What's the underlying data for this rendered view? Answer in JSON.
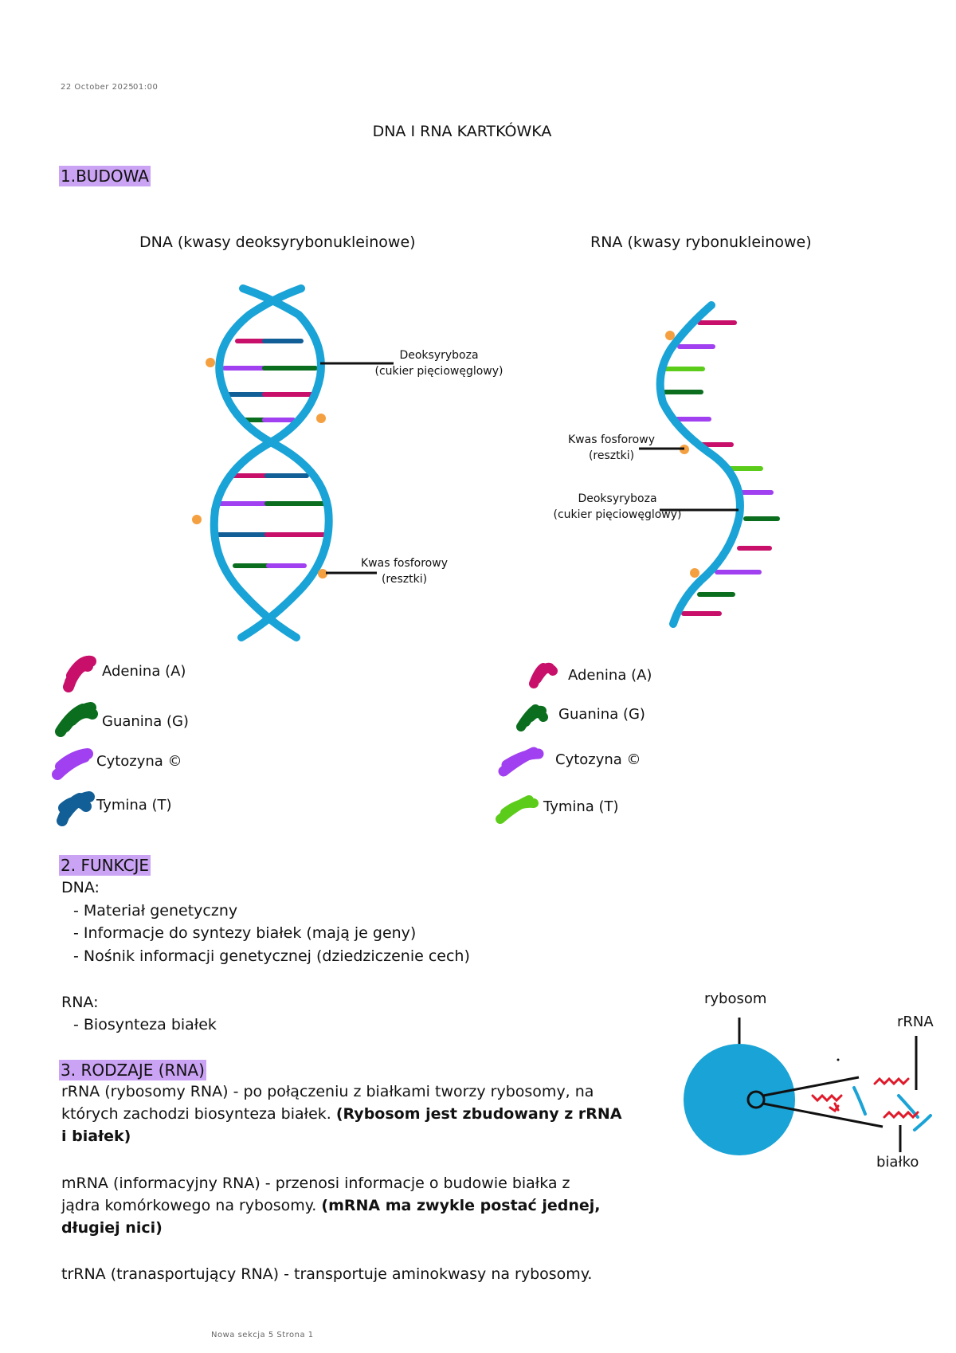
{
  "header": {
    "date": "22 October 2025",
    "time": "01:00"
  },
  "title": "DNA I RNA KARTKÓWKA",
  "section1": {
    "heading": "1.BUDOWA",
    "dna_title": "DNA (kwasy deoksyrybonukleinowe)",
    "rna_title": "RNA (kwasy rybonukleinowe)",
    "dna_labels": {
      "sugar_line1": "Deoksyryboza",
      "sugar_line2": "(cukier pięciowęglowy)",
      "phosphate_line1": "Kwas fosforowy",
      "phosphate_line2": "(resztki)"
    },
    "rna_labels": {
      "phosphate_line1": "Kwas fosforowy",
      "phosphate_line2": "(resztki)",
      "sugar_line1": "Deoksyryboza",
      "sugar_line2": "(cukier pięciowęglowy)"
    },
    "dna_legend": [
      {
        "label": "Adenina (A)",
        "color": "#c8106a"
      },
      {
        "label": "Guanina (G)",
        "color": "#0a6e1e"
      },
      {
        "label": "Cytozyna ©",
        "color": "#a040f0"
      },
      {
        "label": "Tymina (T)",
        "color": "#125e96"
      }
    ],
    "rna_legend": [
      {
        "label": "Adenina (A)",
        "color": "#c8106a"
      },
      {
        "label": "Guanina (G)",
        "color": "#0a6e1e"
      },
      {
        "label": "Cytozyna ©",
        "color": "#a040f0"
      },
      {
        "label": "Tymina (T)",
        "color": "#5ccc1a"
      }
    ]
  },
  "section2": {
    "heading": "2. FUNKCJE",
    "dna_label": "DNA:",
    "dna_items": [
      "- Materiał genetyczny",
      "- Informacje do syntezy białek (mają je geny)",
      "- Nośnik informacji genetycznej (dziedziczenie cech)"
    ],
    "rna_label": "RNA:",
    "rna_items": [
      "- Biosynteza białek"
    ]
  },
  "section3": {
    "heading": "3. RODZAJE (RNA)",
    "rrna_line1": "rRNA (rybosomy RNA) - po połączeniu z białkami tworzy rybosomy, na",
    "rrna_line2_normal": "których zachodzi biosynteza białek. ",
    "rrna_line2_bold": "(Rybosom jest zbudowany z rRNA",
    "rrna_line3_bold": "i białek)",
    "mrna_line1": "mRNA (informacyjny RNA) - przenosi informacje o budowie białka z",
    "mrna_line2_normal": "jądra komórkowego na rybosomy. ",
    "mrna_line2_bold": "(mRNA ma zwykle postać jednej,",
    "mrna_line3_bold": "długiej nici)",
    "trna_line": "trRNA (tranasportujący RNA) - transportuje aminokwasy na rybosomy."
  },
  "ribosome_labels": {
    "ribosome": "rybosom",
    "rrna": "rRNA",
    "protein": "białko"
  },
  "footer": "Nowa sekcja 5 Strona 1",
  "colors": {
    "backbone": "#1aa3d6",
    "adenine": "#c8106a",
    "guanine": "#0a6e1e",
    "cytosine": "#a040f0",
    "thymine_dna": "#125e96",
    "uracil_green": "#5ccc1a",
    "phosphate": "#f5a040",
    "highlight": "#cba3f4",
    "protein": "#e01a2a"
  }
}
